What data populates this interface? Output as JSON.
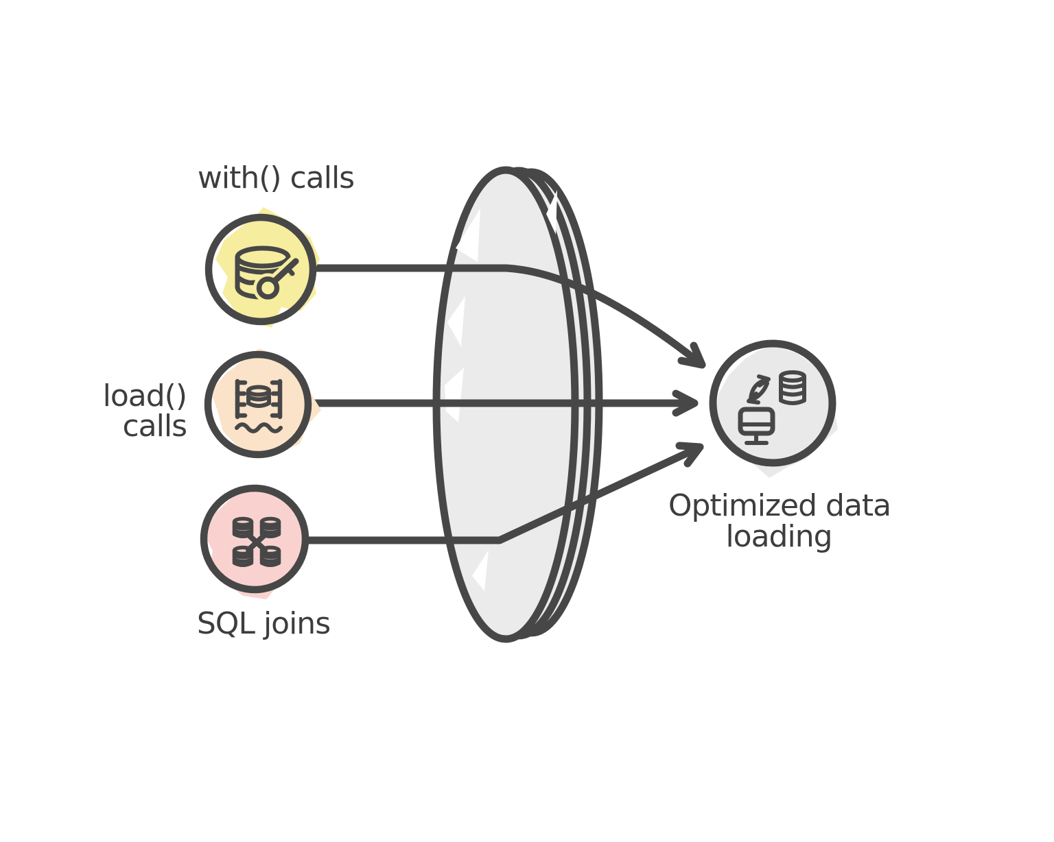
{
  "nodes": {
    "with_calls": {
      "label": "with() calls",
      "icon": "database-key-icon",
      "fill": "#f6ed9f"
    },
    "load_calls": {
      "label_line1": "load()",
      "label_line2": "calls",
      "icon": "database-fill-level-icon",
      "fill": "#fae3c8"
    },
    "sql_joins": {
      "label": "SQL joins",
      "icon": "database-cross-join-icon",
      "fill": "#f9d2d0"
    },
    "result": {
      "label_line1": "Optimized data",
      "label_line2": "loading",
      "icon": "computer-database-sync-icon",
      "fill": "#e9e9e9"
    }
  },
  "lens": {
    "fill": "#ebebeb"
  },
  "colors": {
    "stroke": "#474747",
    "text": "#3d3d3d"
  }
}
